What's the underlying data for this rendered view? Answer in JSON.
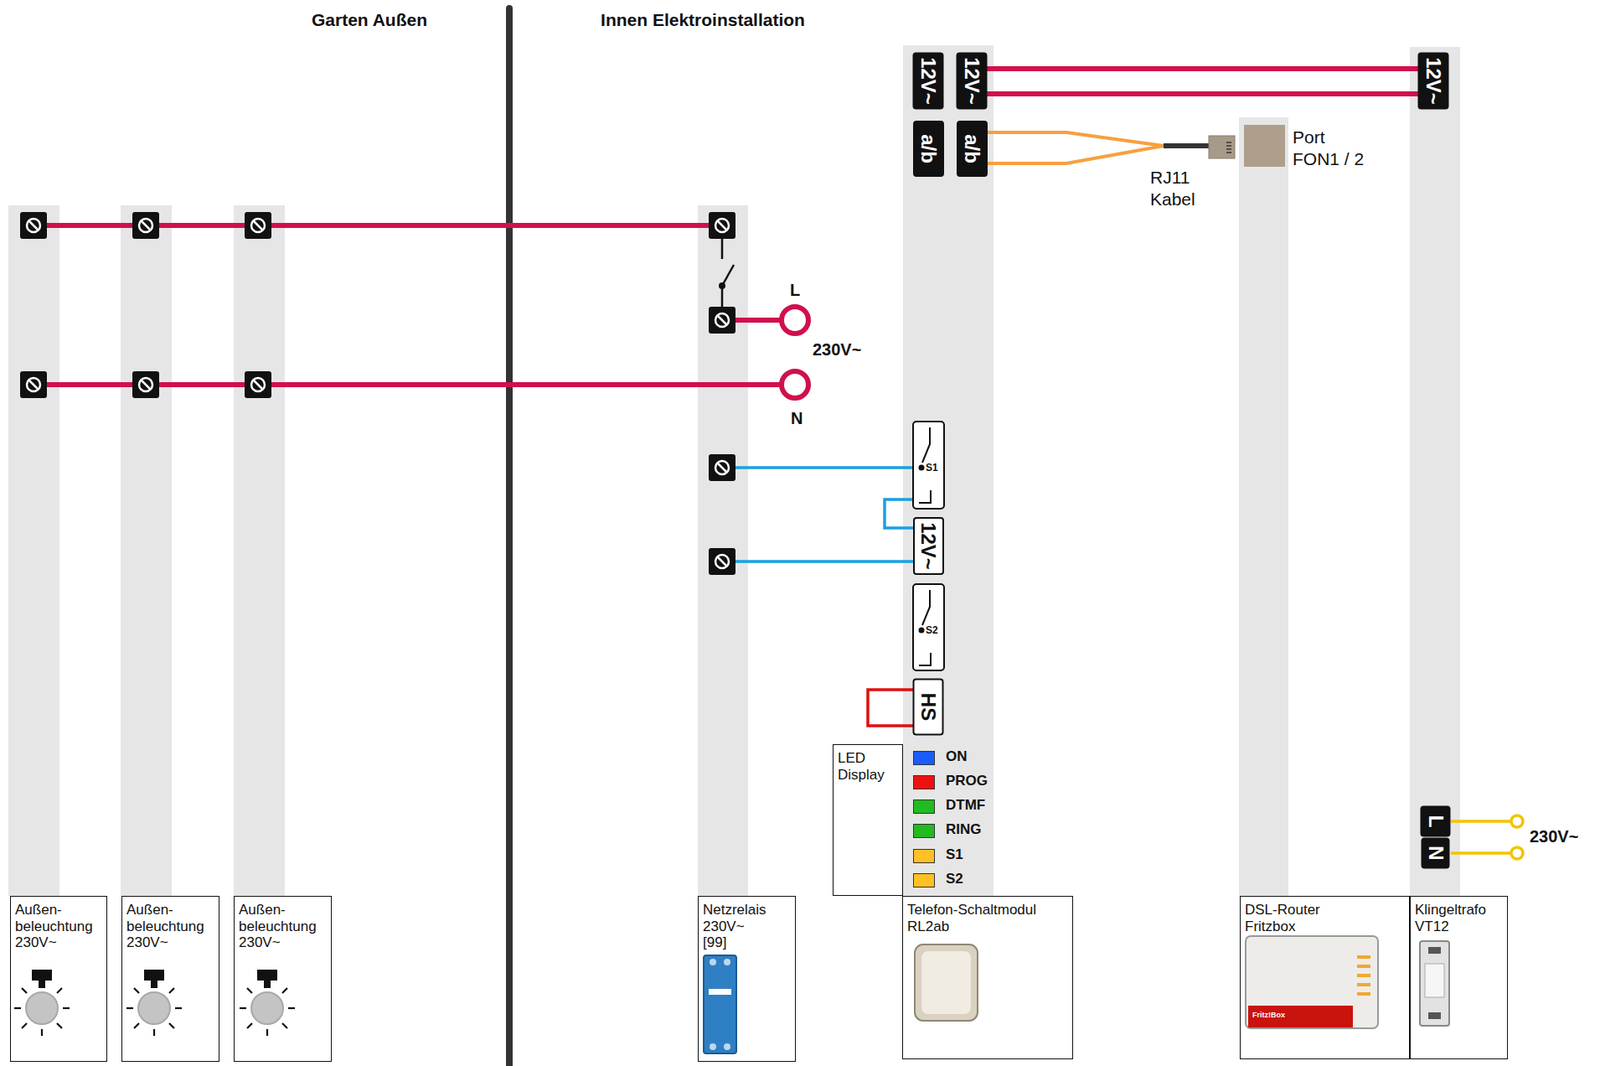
{
  "diagram": {
    "nodes": [
      {
        "text": [
          "Außen- beleuchtung 230V~"
        ]
      },
      {
        "text": [
          "Außen- beleuchtung 230V~"
        ]
      },
      {
        "text": [
          "Außen- beleuchtung 230V~"
        ]
      },
      {
        "text": [
          "Netzrelais 230V~ [99]"
        ]
      },
      {
        "text": [
          "LED Display"
        ]
      },
      {
        "text": [
          "Telefon-Schaltmodul RL2ab"
        ]
      },
      {
        "text": [
          "DSL-Router Fritzbox"
        ]
      },
      {
        "text": [
          "Klingeltrafo VT12"
        ]
      }
    ],
    "labels": [
      "Garten Außen",
      "Innen Elektroinstallation",
      "12V~",
      "12V~",
      "a/b",
      "a/b",
      "12V~",
      "RJ11 Kabel",
      "Port FON1 / 2",
      "L",
      "230V~",
      "N",
      "S1",
      "12V~",
      "S2",
      "HS",
      "L",
      "N",
      "230V~",
      "Fritz!Box"
    ],
    "legend": [
      {
        "text": "ON",
        "color": "#1a5cff"
      },
      {
        "text": "PROG",
        "color": "#ee1111"
      },
      {
        "text": "DTMF",
        "color": "#22bb22"
      },
      {
        "text": "RING",
        "color": "#22bb22"
      },
      {
        "text": "S1",
        "color": "#ffc125"
      },
      {
        "text": "S2",
        "color": "#ffc125"
      }
    ]
  }
}
